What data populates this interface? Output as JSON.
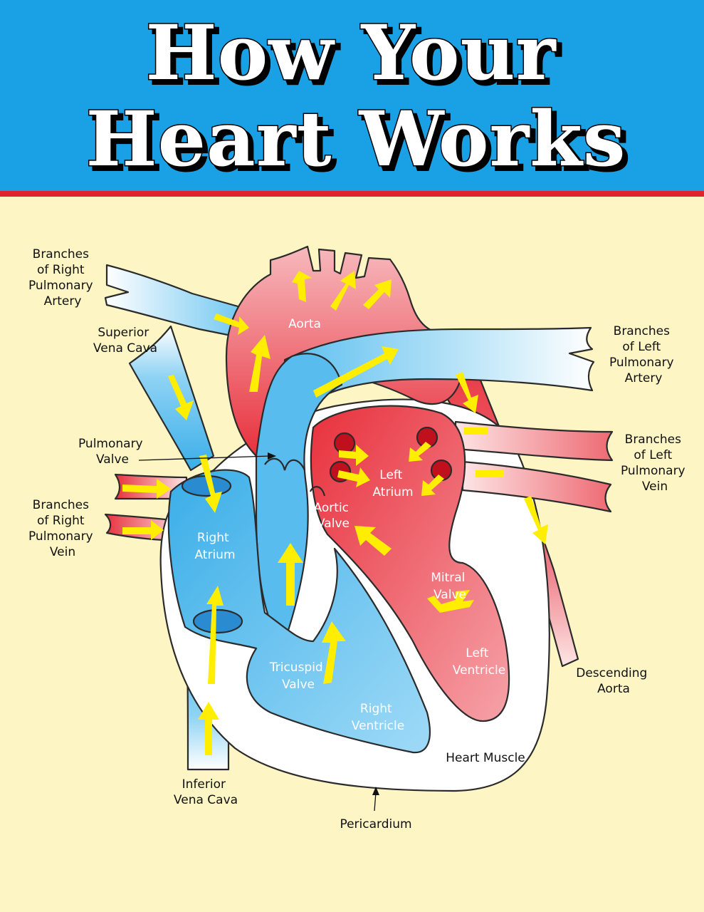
{
  "title": {
    "line1": "How Your",
    "line2": "Heart Works"
  },
  "colors": {
    "header_blue": "#1aa1e5",
    "header_stripe_red": "#e0242c",
    "background_cream": "#fdf5c4",
    "oxygen_poor_blue": "#4fb9ec",
    "oxygen_rich_red": "#e8313d",
    "flow_arrow_yellow": "#ffee00",
    "heart_muscle_white": "#ffffff"
  },
  "labels": {
    "outer": {
      "branches_right_pulmonary_artery": [
        "Branches",
        "of Right",
        "Pulmonary",
        "Artery"
      ],
      "superior_vena_cava": [
        "Superior",
        "Vena Cava"
      ],
      "pulmonary_valve": [
        "Pulmonary",
        "Valve"
      ],
      "branches_right_pulmonary_vein": [
        "Branches",
        "of Right",
        "Pulmonary",
        "Vein"
      ],
      "inferior_vena_cava": [
        "Inferior",
        "Vena Cava"
      ],
      "pericardium": "Pericardium",
      "heart_muscle": "Heart Muscle",
      "descending_aorta": [
        "Descending",
        "Aorta"
      ],
      "branches_left_pulmonary_vein": [
        "Branches",
        "of Left",
        "Pulmonary",
        "Vein"
      ],
      "branches_left_pulmonary_artery": [
        "Branches",
        "of Left",
        "Pulmonary",
        "Artery"
      ]
    },
    "inner": {
      "aorta": "Aorta",
      "right_atrium": [
        "Right",
        "Atrium"
      ],
      "left_atrium": [
        "Left",
        "Atrium"
      ],
      "aortic_valve": [
        "Aortic",
        "Valve"
      ],
      "mitral_valve": [
        "Mitral",
        "Valve"
      ],
      "tricuspid_valve": [
        "Tricuspid",
        "Valve"
      ],
      "right_ventricle": [
        "Right",
        "Ventricle"
      ],
      "left_ventricle": [
        "Left",
        "Ventricle"
      ]
    }
  }
}
